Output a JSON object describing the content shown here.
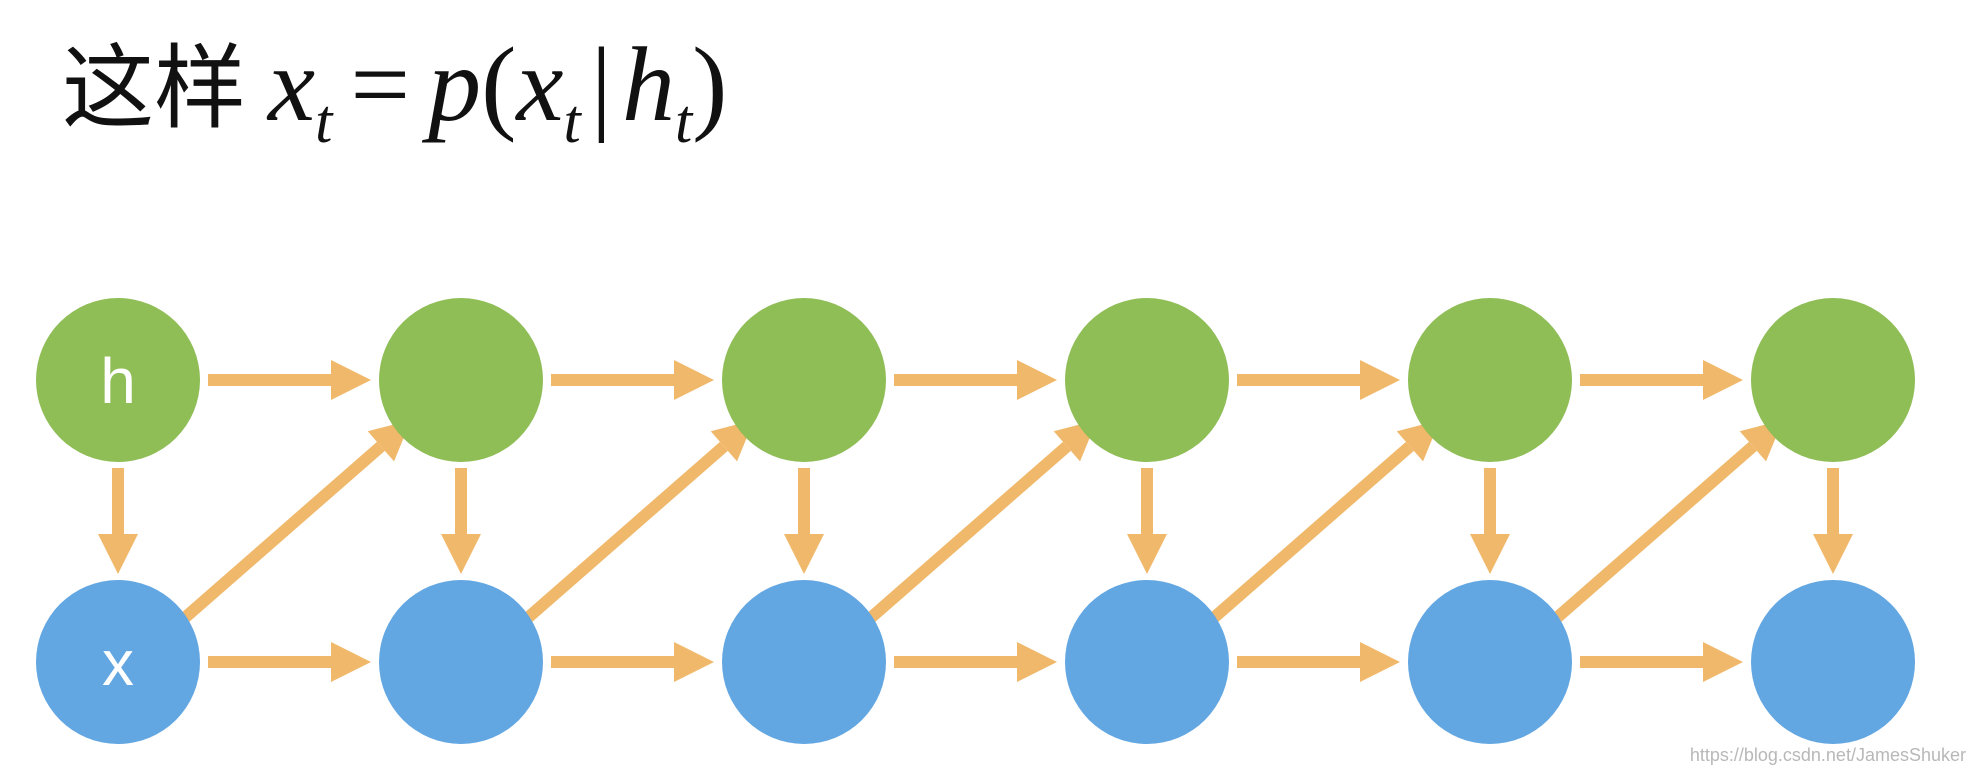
{
  "title": {
    "prefix": "这样",
    "formula": {
      "lhs_var": "x",
      "lhs_sub": "t",
      "equals": "=",
      "func": "p",
      "open_paren": "(",
      "arg_var": "x",
      "arg_sub": "t",
      "given": "|",
      "cond_var": "h",
      "cond_sub": "t",
      "close_paren": ")"
    }
  },
  "diagram": {
    "columns": 6,
    "hidden_label": "h",
    "input_label": "x",
    "colors": {
      "hidden_node": "#8fbd56",
      "input_node": "#62a6e2",
      "arrow": "#f0b86a"
    }
  },
  "watermark": "https://blog.csdn.net/JamesShuker"
}
